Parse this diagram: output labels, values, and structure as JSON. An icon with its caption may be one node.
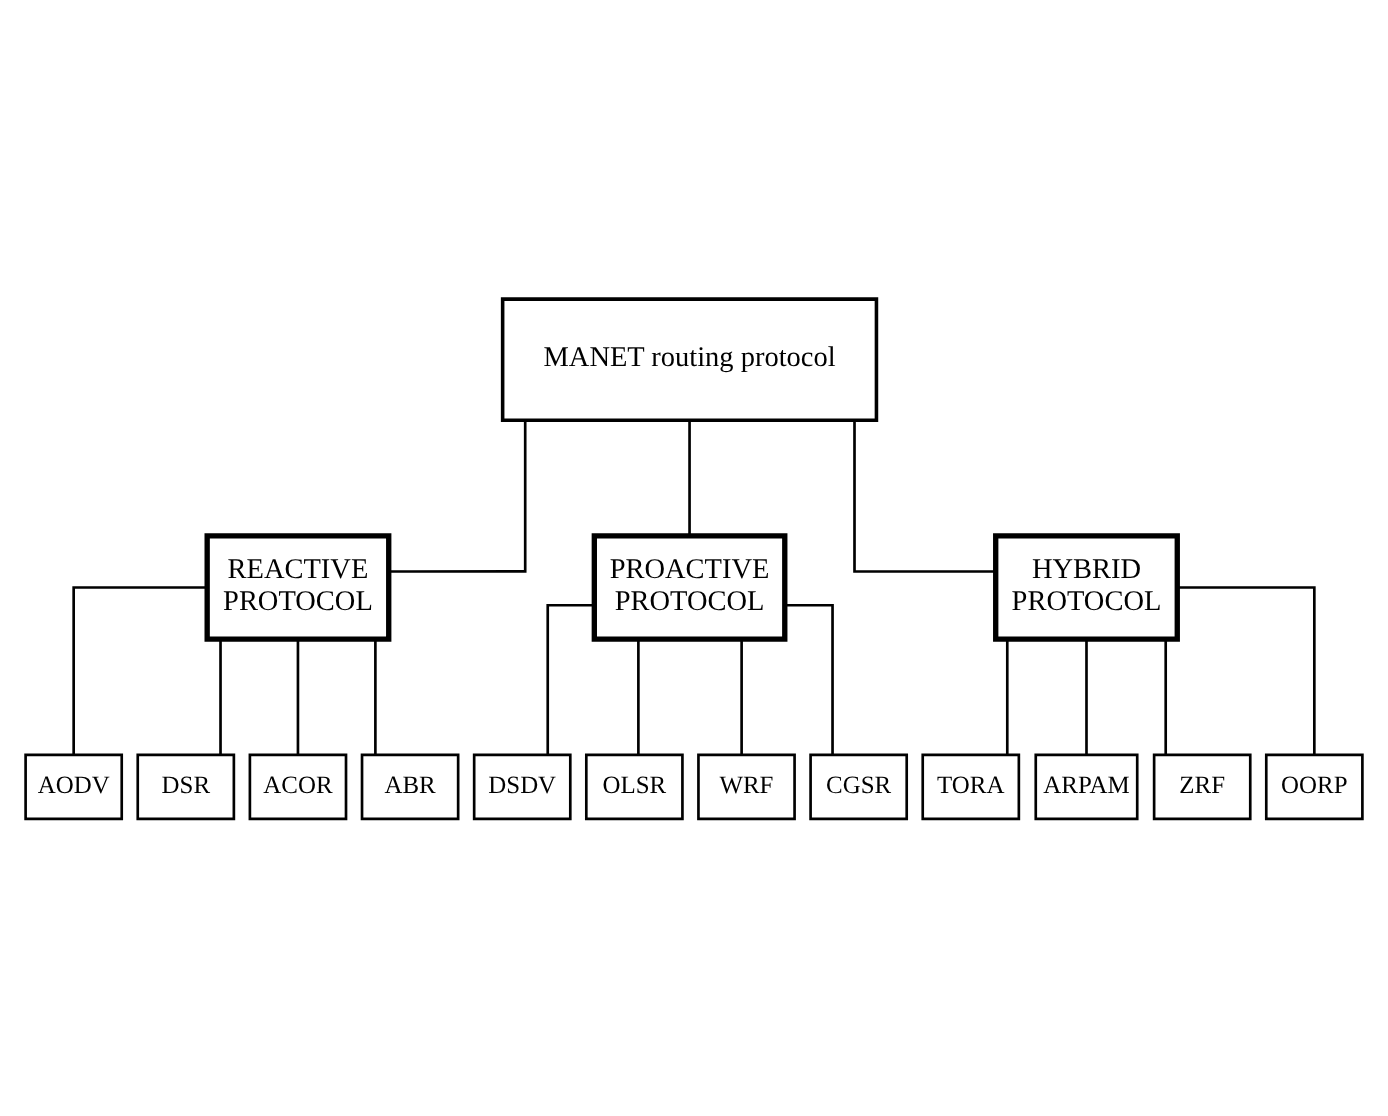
{
  "diagram": {
    "nodes": [
      {
        "text": [
          "MANET routing protocol"
        ]
      },
      {
        "text": [
          "REACTIVE PROTOCOL"
        ]
      },
      {
        "text": [
          "PROACTIVE PROTOCOL"
        ]
      },
      {
        "text": [
          "HYBRID PROTOCOL"
        ]
      },
      {
        "text": [
          "AODV"
        ]
      },
      {
        "text": [
          "DSR"
        ]
      },
      {
        "text": [
          "ACOR"
        ]
      },
      {
        "text": [
          "ABR"
        ]
      },
      {
        "text": [
          "DSDV"
        ]
      },
      {
        "text": [
          "OLSR"
        ]
      },
      {
        "text": [
          "WRF"
        ]
      },
      {
        "text": [
          "CGSR"
        ]
      },
      {
        "text": [
          "TORA"
        ]
      },
      {
        "text": [
          "ARPAM"
        ]
      },
      {
        "text": [
          "ZRF"
        ]
      },
      {
        "text": [
          "OORP"
        ]
      }
    ],
    "edges": [
      {
        "from": 0,
        "to": 1,
        "arrow": "none"
      },
      {
        "from": 0,
        "to": 2,
        "arrow": "none"
      },
      {
        "from": 0,
        "to": 3,
        "arrow": "none"
      },
      {
        "from": 1,
        "to": 4,
        "arrow": "none"
      },
      {
        "from": 1,
        "to": 5,
        "arrow": "none"
      },
      {
        "from": 1,
        "to": 6,
        "arrow": "none"
      },
      {
        "from": 1,
        "to": 7,
        "arrow": "none"
      },
      {
        "from": 2,
        "to": 8,
        "arrow": "none"
      },
      {
        "from": 2,
        "to": 9,
        "arrow": "none"
      },
      {
        "from": 2,
        "to": 10,
        "arrow": "none"
      },
      {
        "from": 2,
        "to": 11,
        "arrow": "none"
      },
      {
        "from": 3,
        "to": 12,
        "arrow": "none"
      },
      {
        "from": 3,
        "to": 13,
        "arrow": "none"
      },
      {
        "from": 3,
        "to": 14,
        "arrow": "none"
      },
      {
        "from": 3,
        "to": 15,
        "arrow": "none"
      }
    ]
  }
}
